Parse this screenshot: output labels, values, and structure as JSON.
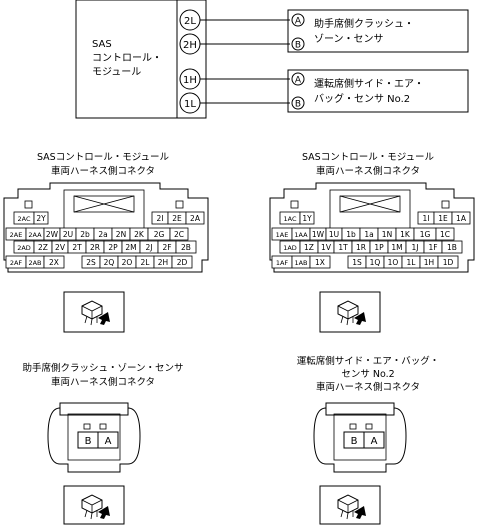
{
  "module": {
    "name_lines": [
      "SAS",
      "コントロール・",
      "モジュール"
    ],
    "pins": [
      "2L",
      "2H",
      "1H",
      "1L"
    ]
  },
  "devices": [
    {
      "name_lines": [
        "助手席側クラッシュ・",
        "ゾーン・センサ"
      ],
      "terminals": [
        "A",
        "B"
      ]
    },
    {
      "name_lines": [
        "運転席側サイド・エア・",
        "バッグ・センサ No.2"
      ],
      "terminals": [
        "A",
        "B"
      ]
    }
  ],
  "connectors": {
    "sas_left": {
      "title_lines": [
        "SASコントロール・モジュール",
        "車両ハーネス側コネクタ"
      ],
      "rows": [
        [
          "2AC",
          "2Y",
          "",
          "",
          "",
          "",
          "2I",
          "2E",
          "2A"
        ],
        [
          "2AE",
          "2AA",
          "2W",
          "2U",
          "2b",
          "2a",
          "2N",
          "2K",
          "2G",
          "2C"
        ],
        [
          "2AD",
          "2Z",
          "2V",
          "2T",
          "2R",
          "2P",
          "2M",
          "2J",
          "2F",
          "2B"
        ],
        [
          "2AF",
          "2AB",
          "2X",
          "",
          "2S",
          "2Q",
          "2O",
          "2L",
          "2H",
          "2D"
        ]
      ]
    },
    "sas_right": {
      "title_lines": [
        "SASコントロール・モジュール",
        "車両ハーネス側コネクタ"
      ],
      "rows": [
        [
          "1AC",
          "1Y",
          "",
          "",
          "",
          "",
          "1I",
          "1E",
          "1A"
        ],
        [
          "1AE",
          "1AA",
          "1W",
          "1U",
          "1b",
          "1a",
          "1N",
          "1K",
          "1G",
          "1C"
        ],
        [
          "1AD",
          "1Z",
          "1V",
          "1T",
          "1R",
          "1P",
          "1M",
          "1J",
          "1F",
          "1B"
        ],
        [
          "1AF",
          "1AB",
          "1X",
          "",
          "1S",
          "1Q",
          "1O",
          "1L",
          "1H",
          "1D"
        ]
      ]
    },
    "crash_sensor": {
      "title_lines": [
        "助手席側クラッシュ・ゾーン・センサ",
        "車両ハーネス側コネクタ"
      ],
      "pins": [
        "B",
        "A"
      ]
    },
    "side_airbag_sensor": {
      "title_lines": [
        "運転席側サイド・エア・バッグ・",
        "センサ No.2",
        "車両ハーネス側コネクタ"
      ],
      "pins": [
        "B",
        "A"
      ]
    }
  },
  "colors": {
    "line": "#000000",
    "background": "#ffffff"
  },
  "icons": [
    "connector-plug-icon",
    "connector-plug-icon",
    "connector-plug-icon",
    "connector-plug-icon"
  ]
}
